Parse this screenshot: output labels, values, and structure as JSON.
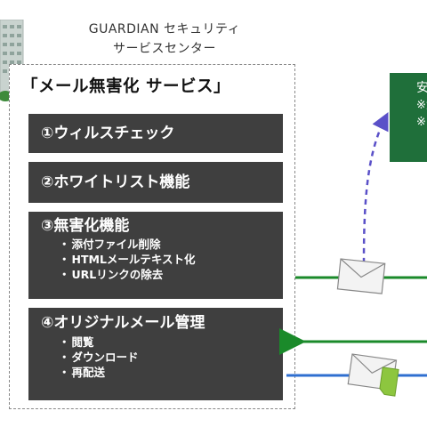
{
  "header": {
    "line1": "GUARDIAN セキュリティ",
    "line2": "サービスセンター"
  },
  "service": {
    "title": "「メール無害化 サービス」",
    "functions": [
      {
        "title": "①ウィルスチェック",
        "items": []
      },
      {
        "title": "②ホワイトリスト機能",
        "items": []
      },
      {
        "title": "③無害化機能",
        "items": [
          "添付ファイル削除",
          "HTMLメールテキスト化",
          "URLリンクの除去"
        ]
      },
      {
        "title": "④オリジナルメール管理",
        "items": [
          "閲覧",
          "ダウンロード",
          "再配送"
        ]
      }
    ]
  },
  "side_box": {
    "line1": "安",
    "line2": "※添",
    "line3": "※U"
  },
  "colors": {
    "function_box": "#3f3f3f",
    "side_box": "#1f6f3a",
    "green_line": "#1a8a2a",
    "blue_line": "#2f6fd0",
    "dashed_arrow": "#5a50c8"
  },
  "icons": [
    "building-icon",
    "envelope-icon",
    "envelope-green-icon"
  ]
}
